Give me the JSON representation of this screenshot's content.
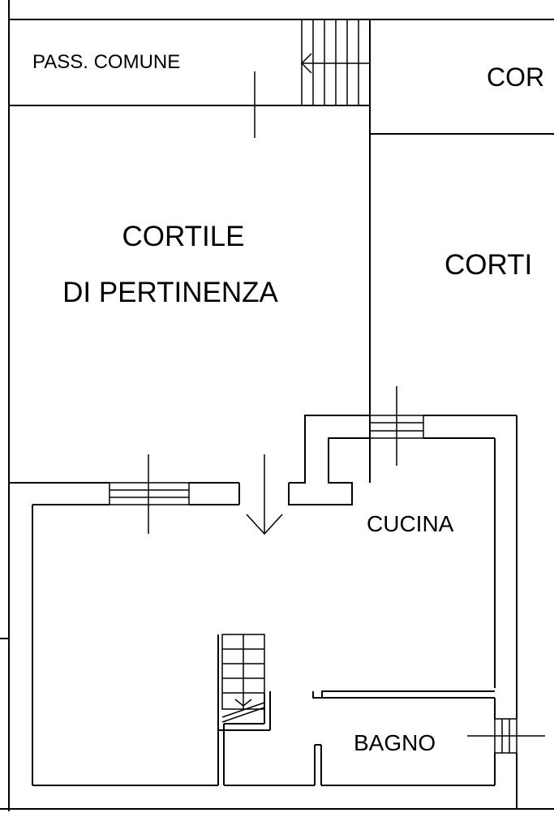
{
  "plan": {
    "rooms": {
      "pass_comune": "PASS. COMUNE",
      "cortile_top_right": "COR",
      "cortile_pertinenza_line1": "CORTILE",
      "cortile_pertinenza_line2": "DI PERTINENZA",
      "cortile_right": "CORTI",
      "cucina": "CUCINA",
      "bagno": "BAGNO"
    }
  }
}
